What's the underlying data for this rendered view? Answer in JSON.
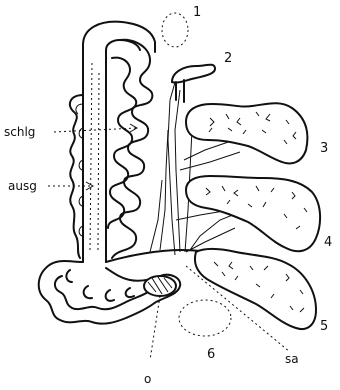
{
  "labels": {
    "n1": "1",
    "n2": "2",
    "n3": "3",
    "n4": "4",
    "n5": "5",
    "n6": "6",
    "schlg": "schlg",
    "ausg": "ausg",
    "sa": "sa",
    "o": "o"
  }
}
